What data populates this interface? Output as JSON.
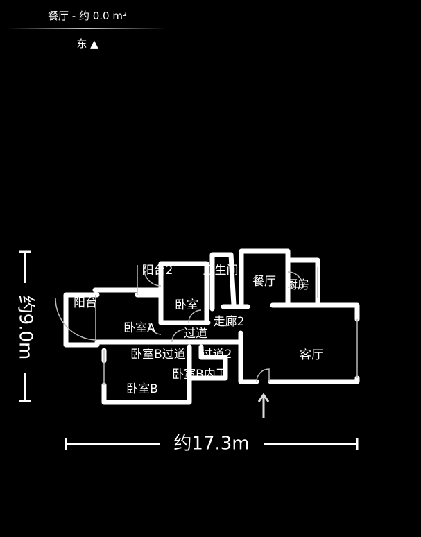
{
  "header": {
    "title": "餐厅 - 约 0.0 m²",
    "direction": "东 ▲"
  },
  "rooms": {
    "balcony": "阳台",
    "balcony2": "阳台2",
    "bathroom": "卫生间",
    "dining": "餐厅",
    "kitchen": "厨房",
    "bedroom": "卧室",
    "bedroomA": "卧室A",
    "corridor2": "走廊2",
    "passage": "过道",
    "bedroomB": "卧室B",
    "bedroomB_passage": "卧室B过道",
    "passage2": "过道2",
    "bedroomB_bath": "卧室B内卫",
    "living": "客厅"
  },
  "dimensions": {
    "height": "约9.0m",
    "width": "约17.3m"
  },
  "entrance_arrow": "arrow-up-icon"
}
